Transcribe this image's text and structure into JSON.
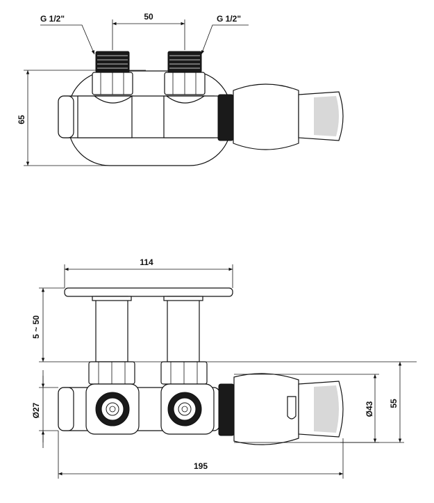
{
  "top_view": {
    "thread_left": "G 1/2\"",
    "thread_right": "G 1/2\"",
    "spacing": "50",
    "height": "65"
  },
  "front_view": {
    "plate_width": "114",
    "wall_distance": "5 ~ 50",
    "body_diameter": "Ø27",
    "head_diameter": "Ø43",
    "head_height": "55",
    "total_length": "195"
  }
}
